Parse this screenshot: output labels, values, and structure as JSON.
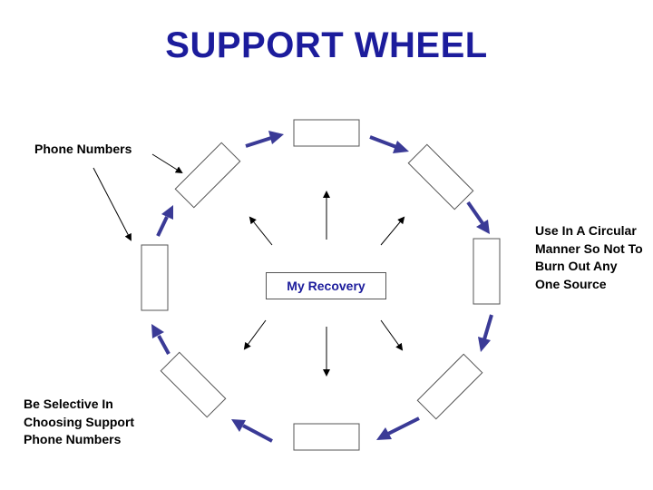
{
  "title": "SUPPORT WHEEL",
  "center": {
    "label": "My Recovery"
  },
  "notes": {
    "phone_numbers": "Phone Numbers",
    "circular": "Use In A Circular Manner So Not To Burn Out Any One Source",
    "selective": "Be Selective In Choosing Support Phone Numbers"
  },
  "colors": {
    "title": "#1c1c9c",
    "wheel_arrow": "#3a3a96",
    "box_border": "#555555",
    "pointer": "#000000"
  },
  "wheel": {
    "box_count": 8,
    "box_labels": [
      "",
      "",
      "",
      "",
      "",
      "",
      "",
      ""
    ]
  }
}
